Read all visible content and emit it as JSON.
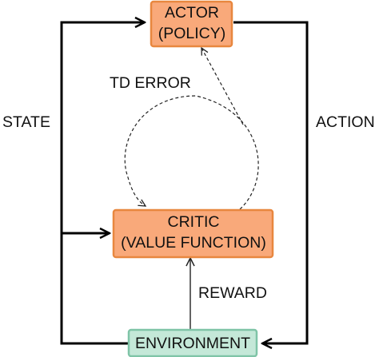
{
  "nodes": {
    "actor": {
      "line1": "ACTOR",
      "line2": "(POLICY)"
    },
    "critic": {
      "line1": "CRITIC",
      "line2": "(VALUE FUNCTION)"
    },
    "environment": {
      "label": "ENVIRONMENT"
    }
  },
  "edges": {
    "state": "STATE",
    "action": "ACTION",
    "reward": "REWARD",
    "td_error": "TD ERROR"
  },
  "colors": {
    "actor_critic_fill": "#F9A97A",
    "actor_critic_stroke": "#E8873F",
    "environment_fill": "#C4E8D8",
    "environment_stroke": "#7FC4A7"
  }
}
